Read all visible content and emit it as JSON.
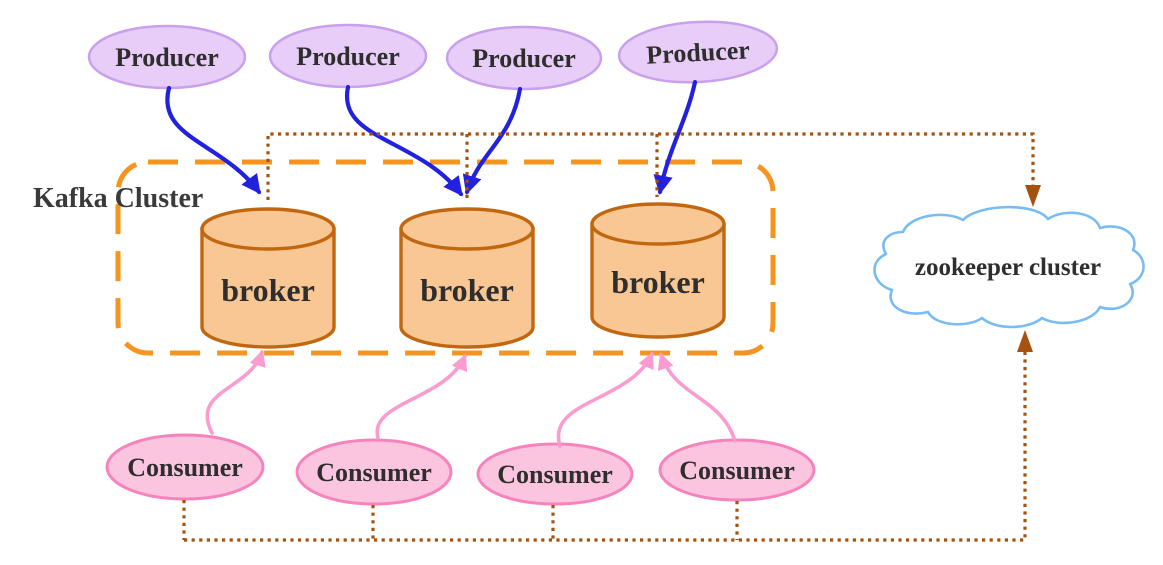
{
  "diagram": {
    "kafka_cluster_label": "Kafka Cluster",
    "producers": [
      {
        "label": "Producer"
      },
      {
        "label": "Producer"
      },
      {
        "label": "Producer"
      },
      {
        "label": "Producer"
      }
    ],
    "brokers": [
      {
        "label": "broker"
      },
      {
        "label": "broker"
      },
      {
        "label": "broker"
      }
    ],
    "consumers": [
      {
        "label": "Consumer"
      },
      {
        "label": "Consumer"
      },
      {
        "label": "Consumer"
      },
      {
        "label": "Consumer"
      }
    ],
    "zookeeper_label": "zookeeper cluster"
  },
  "colors": {
    "producer-fill": "#E8CDF8",
    "producer-stroke": "#C9A0EE",
    "consumer-fill": "#FBC5E0",
    "consumer-stroke": "#F783BD",
    "broker-fill": "#F8C794",
    "broker-stroke": "#C1670F",
    "cluster-border": "#F5941E",
    "producer-arrow": "#2121DE",
    "consumer-arrow": "#FA9CD0",
    "zookeeper-link": "#A4520E",
    "cloud-stroke": "#79BCF3",
    "label-color": "#2E2E2E"
  }
}
